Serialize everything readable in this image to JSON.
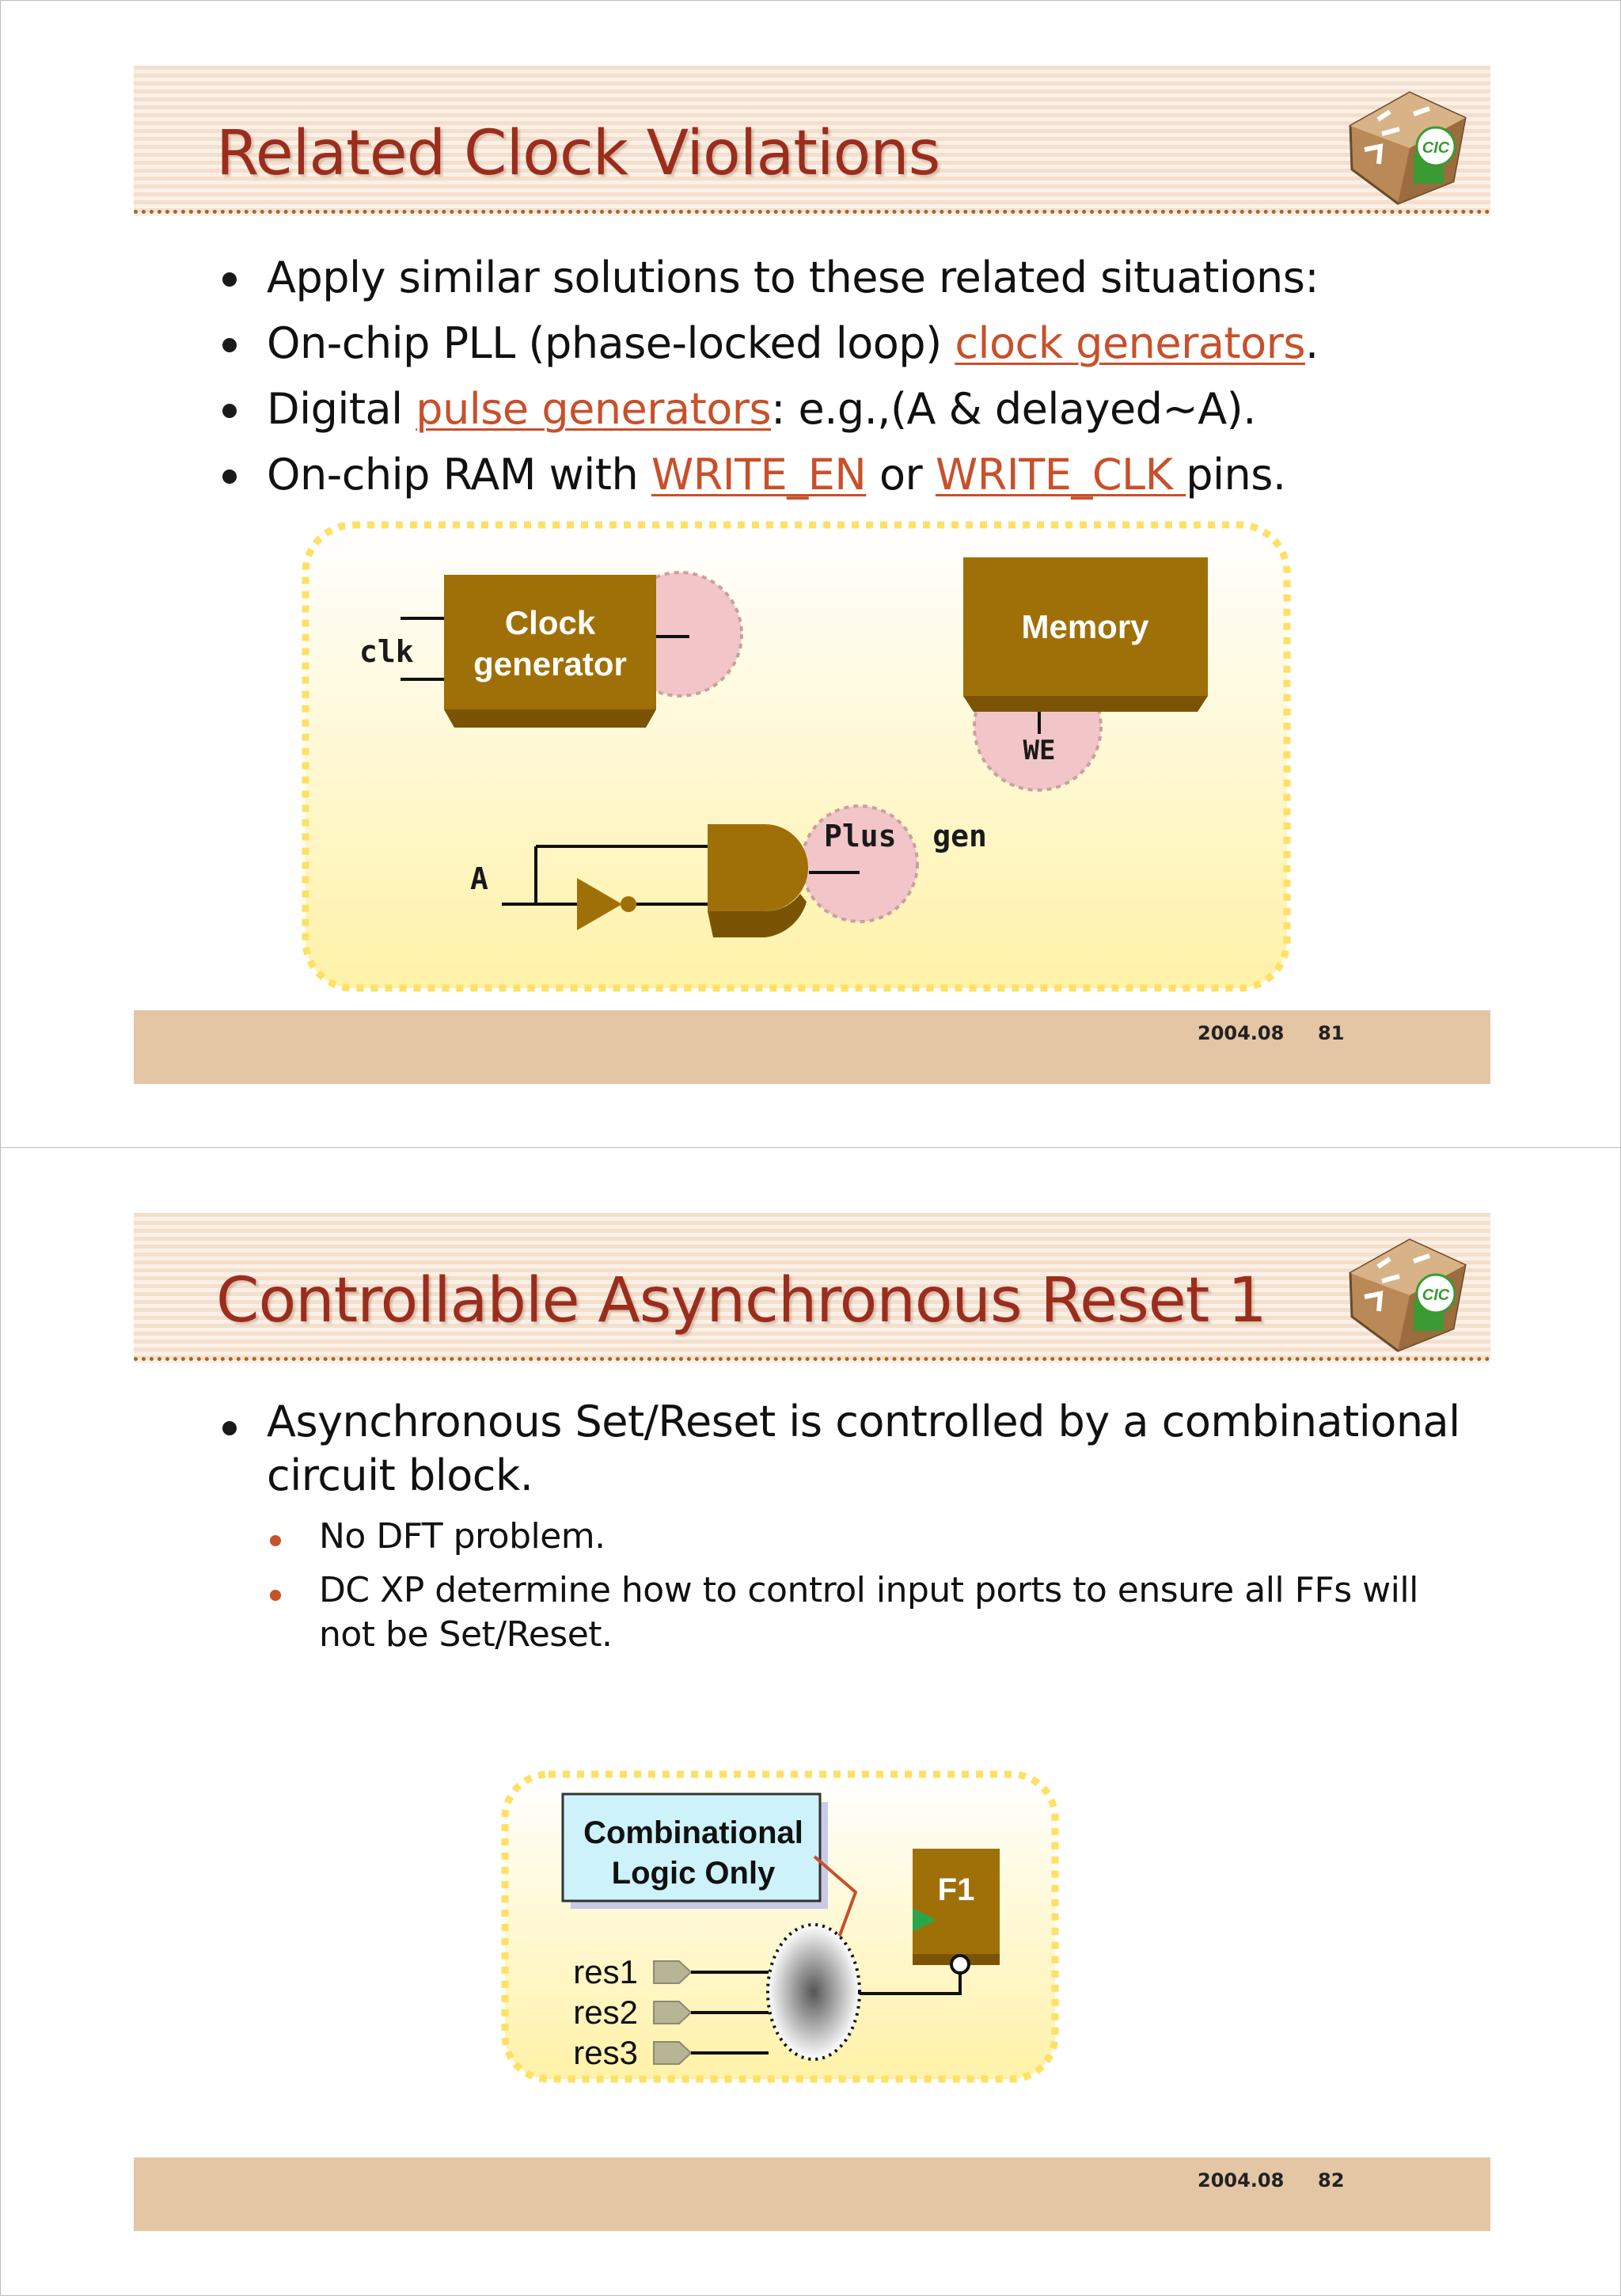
{
  "pages": [
    {
      "title": "Related Clock Violations",
      "logo_text": "CIC",
      "bullets": [
        {
          "text": "Apply similar solutions to these related situations:"
        },
        {
          "pre": "On-chip PLL (phase-locked loop) ",
          "link": "clock generators",
          "post": "."
        },
        {
          "pre": "Digital ",
          "link": "pulse generators",
          "post": ": e.g.,(A & delayed~A)."
        },
        {
          "pre": "On-chip RAM with ",
          "link": "WRITE_EN",
          "mid": " or ",
          "link2": "WRITE_CLK ",
          "post": "pins."
        }
      ],
      "diagram": {
        "clock_block_line1": "Clock",
        "clock_block_line2": "generator",
        "clk_label": "clk",
        "memory_label": "Memory",
        "we_label": "WE",
        "a_label": "A",
        "plus_gen_label": "Plus  gen"
      },
      "footer_date": "2004.08",
      "page_number": "81"
    },
    {
      "title": "Controllable Asynchronous Reset 1",
      "logo_text": "CIC",
      "bullet_line1": "Asynchronous Set/Reset is controlled by a combinational",
      "bullet_line2": "circuit block.",
      "subbullets": [
        {
          "line1": "No DFT problem."
        },
        {
          "line1": "DC XP determine how to control input ports to ensure all FFs will",
          "line2": "not be Set/Reset."
        }
      ],
      "diagram": {
        "callout_line1": "Combinational",
        "callout_line2": "Logic Only",
        "ff_label": "F1",
        "inputs": [
          "res1",
          "res2",
          "res3"
        ]
      },
      "footer_date": "2004.08",
      "page_number": "82"
    }
  ],
  "colors": {
    "title": "#9b2d1d",
    "link": "#c8502a",
    "block": "#a07008",
    "footer": "#e4c6a5"
  }
}
